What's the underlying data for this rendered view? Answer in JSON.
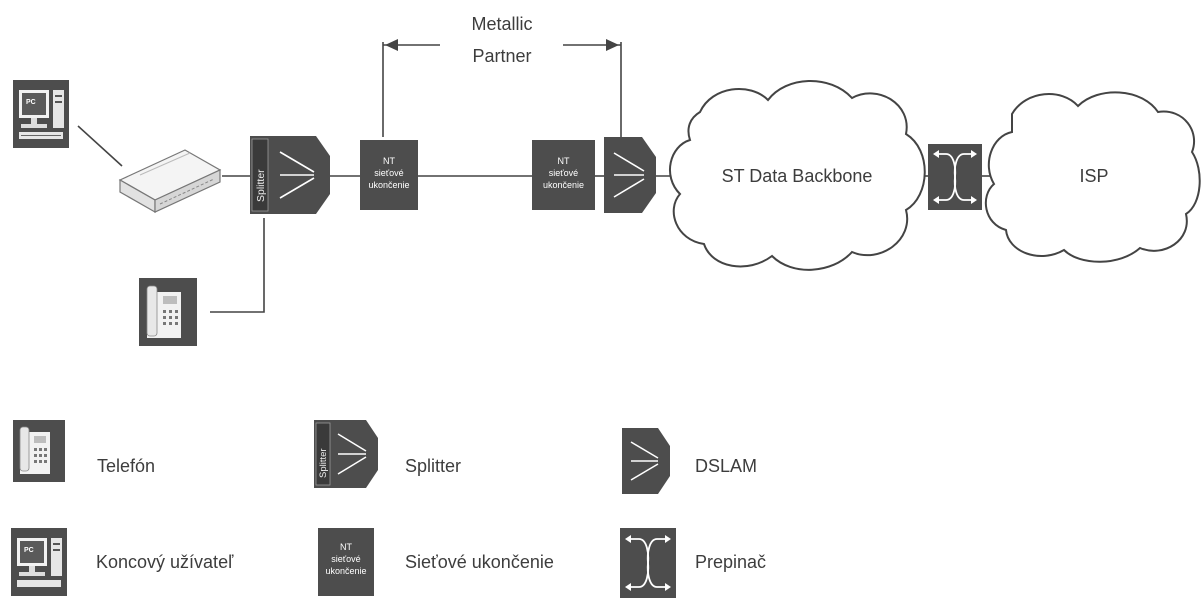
{
  "diagram": {
    "span_label_line1": "Metallic",
    "span_label_line2": "Partner",
    "splitter_text": "Splitter",
    "nt_line1": "NT",
    "nt_line2": "sieťové",
    "nt_line3": "ukončenie",
    "backbone_label": "ST Data Backbone",
    "isp_label": "ISP",
    "pc_text": "PC"
  },
  "legend": {
    "telefon": "Telefón",
    "splitter": "Splitter",
    "dslam": "DSLAM",
    "koncovy": "Koncový užívateľ",
    "sietove": "Sieťové ukončenie",
    "prepinac": "Prepinač"
  },
  "colors": {
    "device_fill": "#4d4d4d",
    "device_light": "#f2f2f2",
    "line": "#444444",
    "text": "#3d3d3d"
  }
}
